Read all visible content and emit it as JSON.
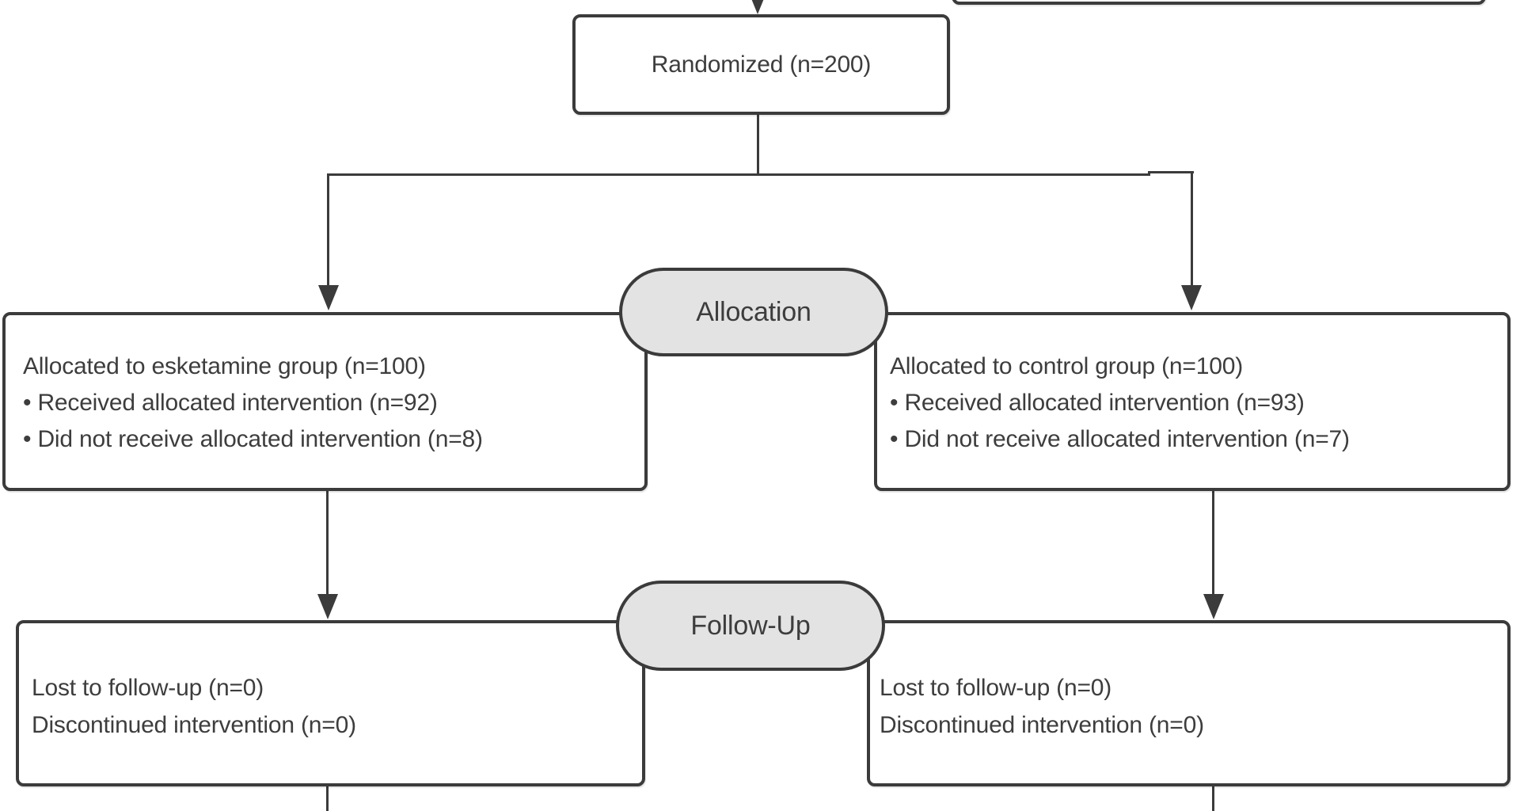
{
  "flow": {
    "randomized": {
      "label": "Randomized (n=200)"
    },
    "stage_allocation": {
      "label": "Allocation"
    },
    "stage_followup": {
      "label": "Follow-Up"
    },
    "allocation_left": {
      "line1": "Allocated to esketamine group (n=100)",
      "line2": "• Received allocated intervention (n=92)",
      "line3": "• Did not receive allocated intervention (n=8)"
    },
    "allocation_right": {
      "line1": "Allocated to control group (n=100)",
      "line2": "• Received allocated intervention (n=93)",
      "line3": "• Did not receive allocated intervention (n=7)"
    },
    "followup_left": {
      "line1": "Lost to follow-up (n=0)",
      "line2": "Discontinued intervention (n=0)"
    },
    "followup_right": {
      "line1": "Lost to follow-up (n=0)",
      "line2": "Discontinued intervention (n=0)"
    },
    "colors": {
      "line": "#3b3b3b",
      "text": "#3d3d3d",
      "stage_fill": "#e3e3e3",
      "box_fill": "#ffffff",
      "background": "#ffffff"
    }
  }
}
